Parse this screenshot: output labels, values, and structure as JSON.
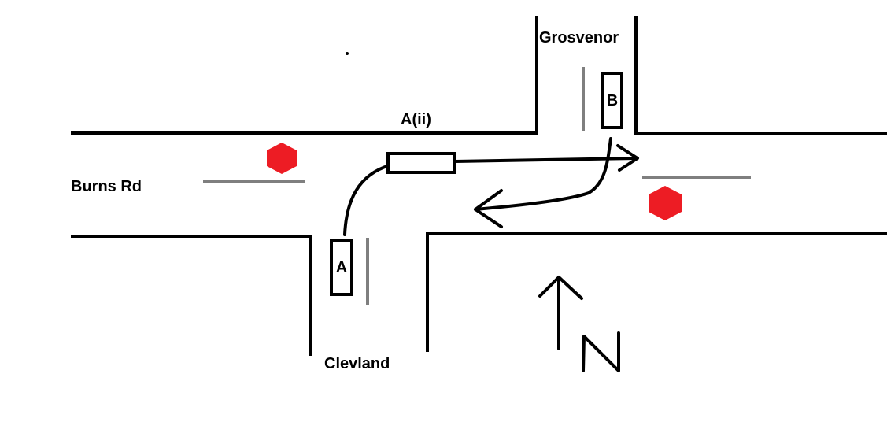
{
  "streets": {
    "main": "Burns Rd",
    "north": "Grosvenor",
    "south": "Clevland"
  },
  "vehicles": {
    "a": "A",
    "a_ii": "A(ii)",
    "b": "B"
  },
  "colors": {
    "road": "#000000",
    "stop_line": "#7f7f7f",
    "stop_sign": "#ed1c24"
  },
  "icons": {
    "stop_sign": "red-hexagon-icon",
    "north": "north-arrow-icon"
  }
}
